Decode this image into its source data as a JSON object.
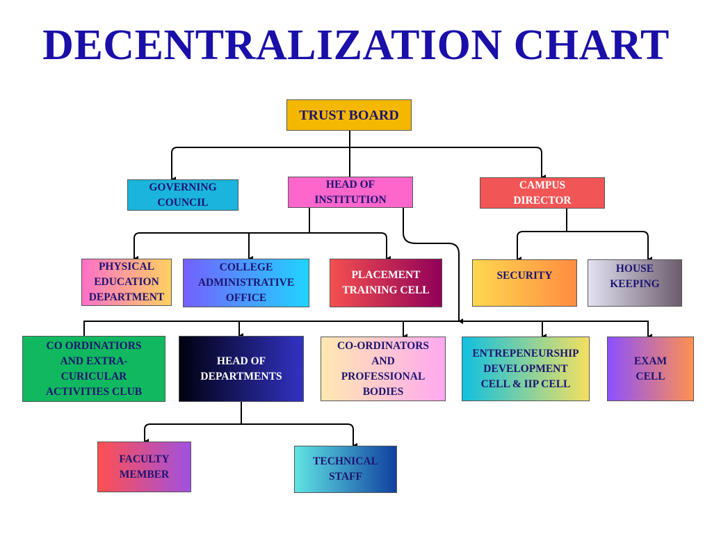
{
  "title": "DECENTRALIZATION CHART",
  "nodes": {
    "trust_board": "TRUST BOARD",
    "governing_council": "GOVERNING\nCOUNCIL",
    "head_of_institution": "HEAD OF\nINSTITUTION",
    "campus_director": "CAMPUS\nDIRECTOR",
    "physical_education": "PHYSICAL\nEDUCATION\nDEPARTMENT",
    "college_admin": "COLLEGE\nADMINISTRATIVE\nOFFICE",
    "placement": "PLACEMENT\nTRAINING CELL",
    "security": "SECURITY",
    "house_keeping": "HOUSE\nKEEPING",
    "coordinators_extra": "CO ORDINATIORS\nAND EXTRA-\nCURICULAR\nACTIVITIES CLUB",
    "head_of_departments": "HEAD  OF\nDEPARTMENTS",
    "coordinators_professional": "CO-ORDINATORS\nAND\nPROFESSIONAL\nBODIES",
    "entrepreneurship": "ENTREPENEURSHIP\nDEVELOPMENT\nCELL & IIP CELL",
    "exam_cell": "EXAM\nCELL",
    "faculty_member": "FACULTY\nMEMBER",
    "technical_staff": "TECHNICAL\nSTAFF"
  }
}
